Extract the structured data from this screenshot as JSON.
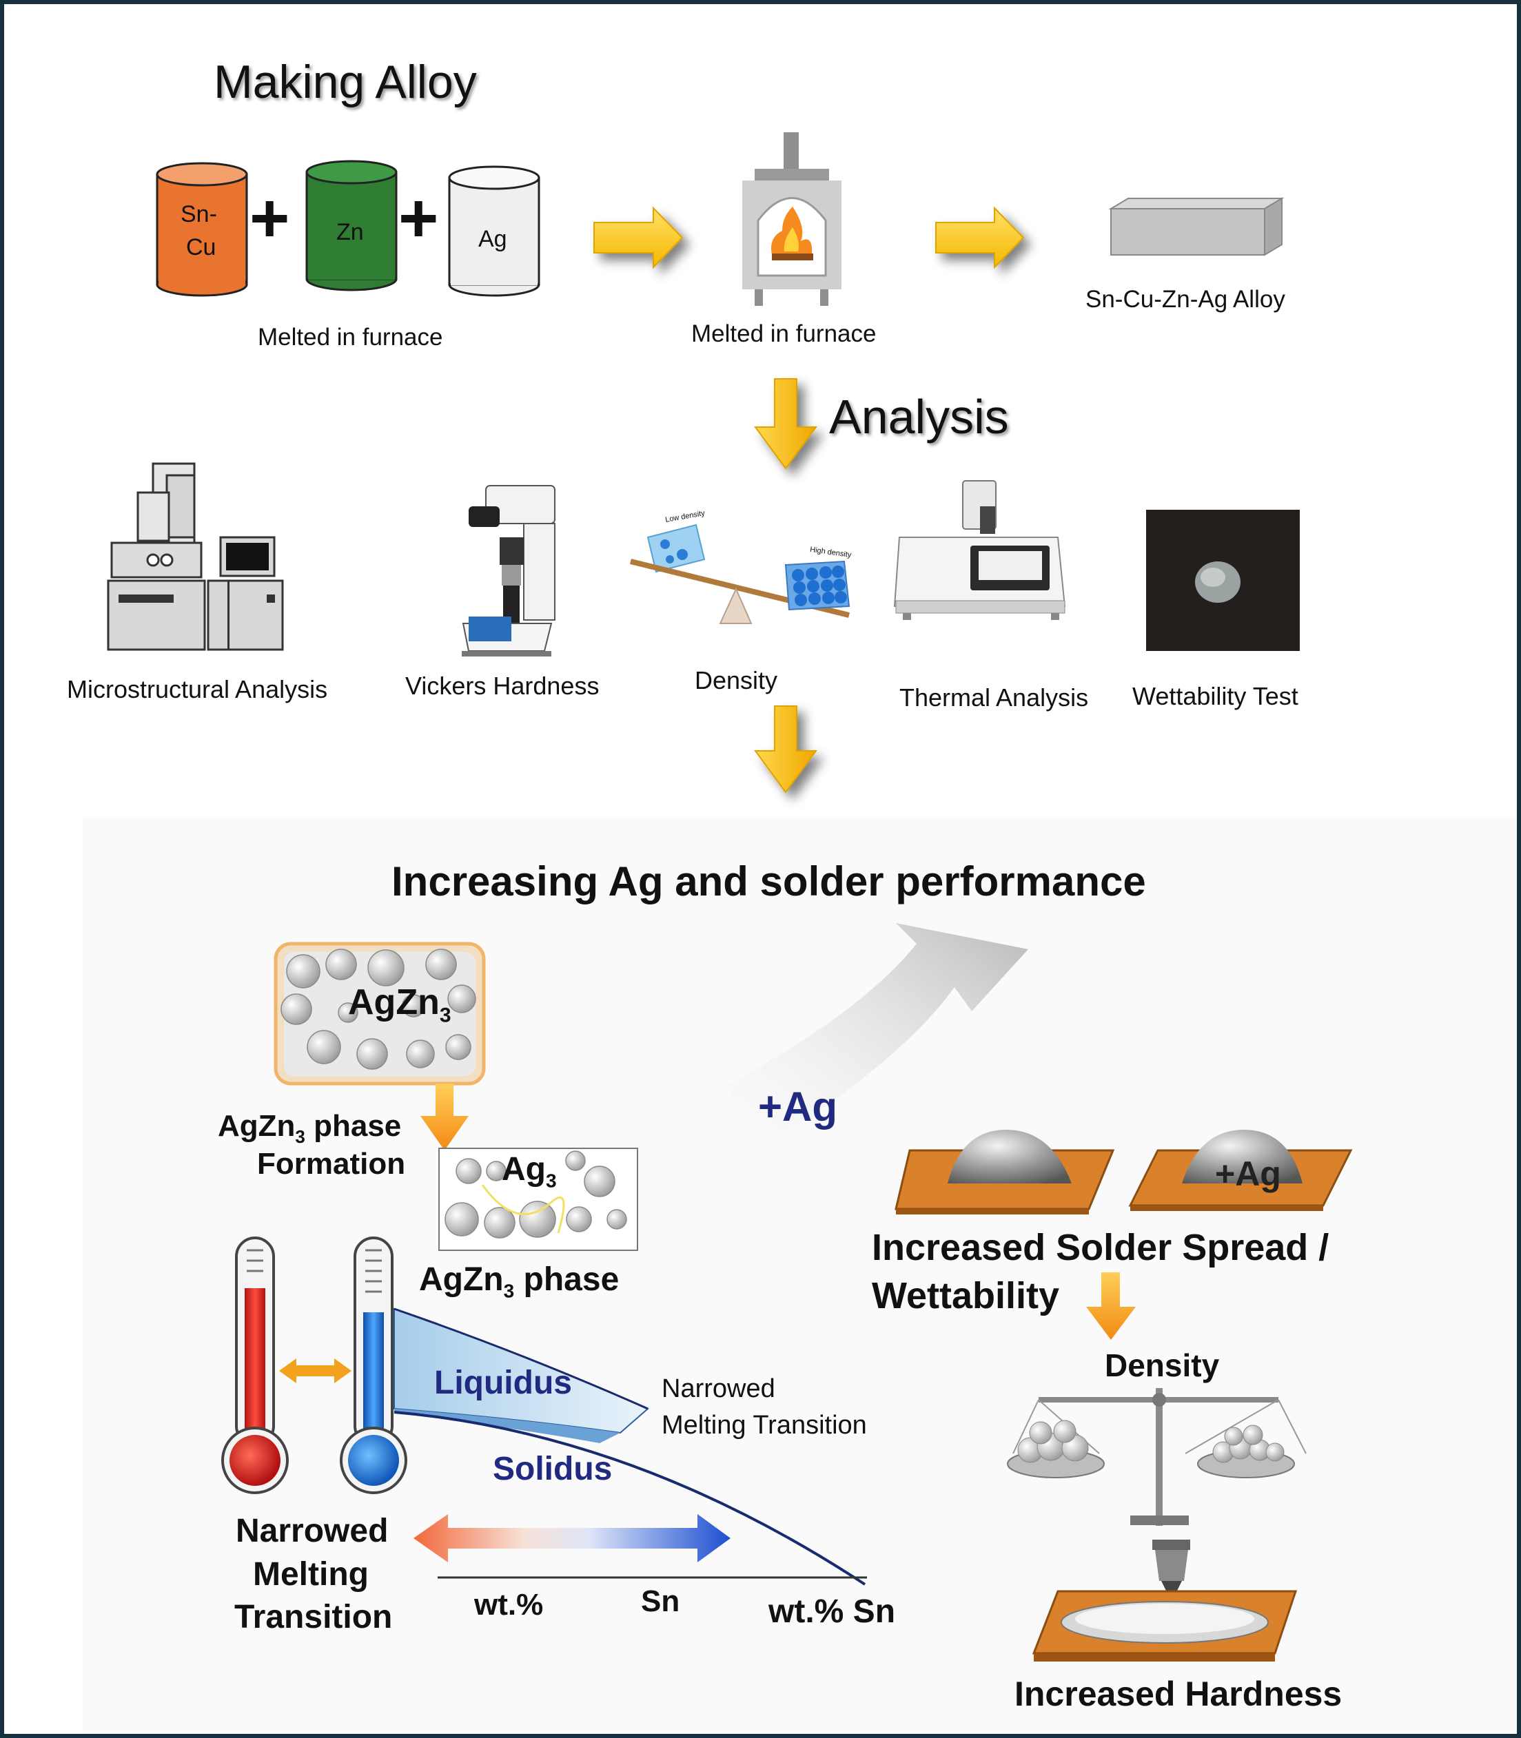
{
  "making": {
    "title": "Making Alloy",
    "cyl_sncu_line1": "Sn-",
    "cyl_sncu_line2": "Cu",
    "cyl_zn": "Zn",
    "cyl_ag": "Ag",
    "plus": "+",
    "caption_melt1": "Melted in furnace",
    "caption_melt2": "Melted in furnace",
    "caption_alloy": "Sn-Cu-Zn-Ag Alloy"
  },
  "analysis": {
    "title": "Analysis",
    "items": [
      {
        "label": "Microstructural Analysis"
      },
      {
        "label": "Vickers Hardness"
      },
      {
        "label": "Density"
      },
      {
        "label": "Thermal Analysis"
      },
      {
        "label": "Wettability Test"
      }
    ],
    "density_low": "Low density",
    "density_high": "High density"
  },
  "performance": {
    "title": "Increasing Ag and solder performance",
    "agzn3_box": "AgZn",
    "agzn3_box_sub": "3",
    "phase_formation_1": "AgZn",
    "phase_formation_1_sub": "3",
    "phase_formation_1_rest": " phase",
    "phase_formation_2": "Formation",
    "ag3_box": "Ag",
    "ag3_box_sub": "3",
    "agzn3_phase": "AgZn",
    "agzn3_phase_sub": "3",
    "agzn3_phase_rest": " phase",
    "plus_ag": "+Ag",
    "spread_line1": "Increased Solder Spread /",
    "spread_line2": "Wettability",
    "pad_plus_ag": "+Ag",
    "density": "Density",
    "hardness": "Increased Hardness",
    "liquidus": "Liquidus",
    "solidus": "Solidus",
    "narrowed_right_1": "Narrowed",
    "narrowed_right_2": "Melting Transition",
    "narrowed_left_1": "Narrowed",
    "narrowed_left_2": "Melting",
    "narrowed_left_3": "Transition",
    "axis_wt": "wt.%",
    "axis_sn": "Sn",
    "axis_wtsn": "wt.% Sn"
  },
  "colors": {
    "frame": "#17303f",
    "sncu": "#e8742f",
    "zn": "#2e7d32",
    "ag": "#eef0f0",
    "arrow_yellow": "#f7c400",
    "arrow_orange": "#f2a21c",
    "navy": "#1f2a80",
    "copper": "#d9822b"
  }
}
